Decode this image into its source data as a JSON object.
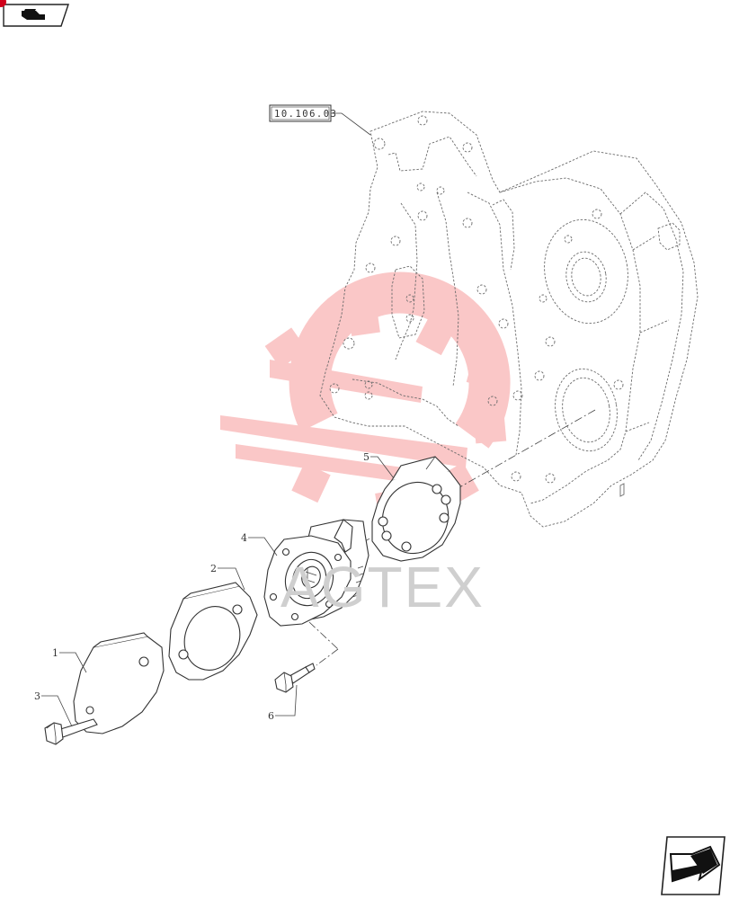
{
  "diagram": {
    "reference_label": "10.106.03",
    "callouts": [
      {
        "id": "callout-1",
        "text": "1"
      },
      {
        "id": "callout-2",
        "text": "2"
      },
      {
        "id": "callout-3",
        "text": "3"
      },
      {
        "id": "callout-4",
        "text": "4"
      },
      {
        "id": "callout-5",
        "text": "5"
      },
      {
        "id": "callout-6",
        "text": "6"
      }
    ],
    "watermark_text": "AGTEX"
  },
  "icons": {
    "top_left": "parts-book-tab-icon",
    "bottom_right": "next-page-arrow-icon"
  },
  "colors": {
    "line": "#333333",
    "housing": "#6b6b6b",
    "watermark_red": "#ef4a4a",
    "watermark_gray": "#cfcfcf",
    "corner_marker": "#d0021b"
  }
}
